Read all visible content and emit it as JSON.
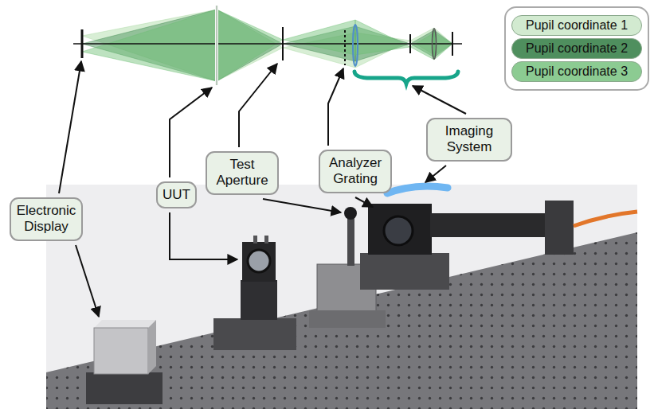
{
  "diagram": {
    "nodes": [
      {
        "text": [
          "Electronic Display"
        ]
      },
      {
        "text": [
          "UUT"
        ]
      },
      {
        "text": [
          "Test Aperture"
        ]
      },
      {
        "text": [
          "Analyzer Grating"
        ]
      },
      {
        "text": [
          "Imaging System"
        ]
      }
    ],
    "legend": [
      {
        "text": "Pupil coordinate 1",
        "color": "#d2ead0"
      },
      {
        "text": "Pupil coordinate 2",
        "color": "#4f8f5e"
      },
      {
        "text": "Pupil coordinate 3",
        "color": "#8ccb92"
      }
    ]
  }
}
